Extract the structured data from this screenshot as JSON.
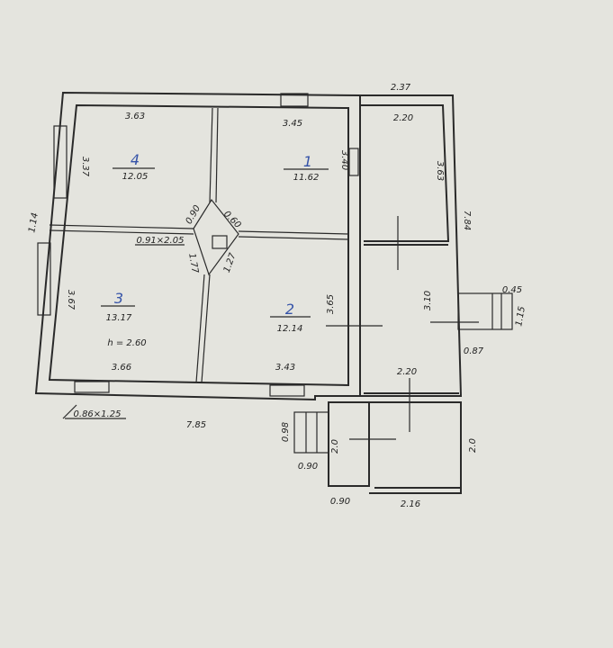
{
  "rooms": [
    {
      "number": "4",
      "area": "12.05"
    },
    {
      "number": "1",
      "area": "11.62"
    },
    {
      "number": "3",
      "area": "13.17"
    },
    {
      "number": "2",
      "area": "12.14"
    }
  ],
  "height_note": "h = 2.60",
  "dimensions": {
    "top_annex": "2.37",
    "r4_width": "3.63",
    "r1_width": "3.45",
    "annex_top_width": "2.20",
    "r4_depth": "3.37",
    "r1_depth": "3.40",
    "annex_depth": "3.63",
    "total_right": "7.84",
    "left_wall": "1.14",
    "chimney_a": "0.90",
    "chimney_b": "0.60",
    "door": "0.91×2.05",
    "chimney_c": "1.77",
    "chimney_d": "1.27",
    "r3_depth": "3.67",
    "r2_depth": "3.65",
    "annex_low_depth": "3.10",
    "porch_w": "0.45",
    "porch_d": "1.15",
    "porch_x": "0.87",
    "r3_width": "3.66",
    "r2_width": "3.43",
    "annex_low_width": "2.20",
    "window": "0.86×1.25",
    "total_bottom": "7.85",
    "steps_d": "0.98",
    "vest_d": "2.0",
    "steps_w": "0.90",
    "vest_w": "0.90",
    "veranda_w": "2.16",
    "veranda_d": "2.0"
  }
}
